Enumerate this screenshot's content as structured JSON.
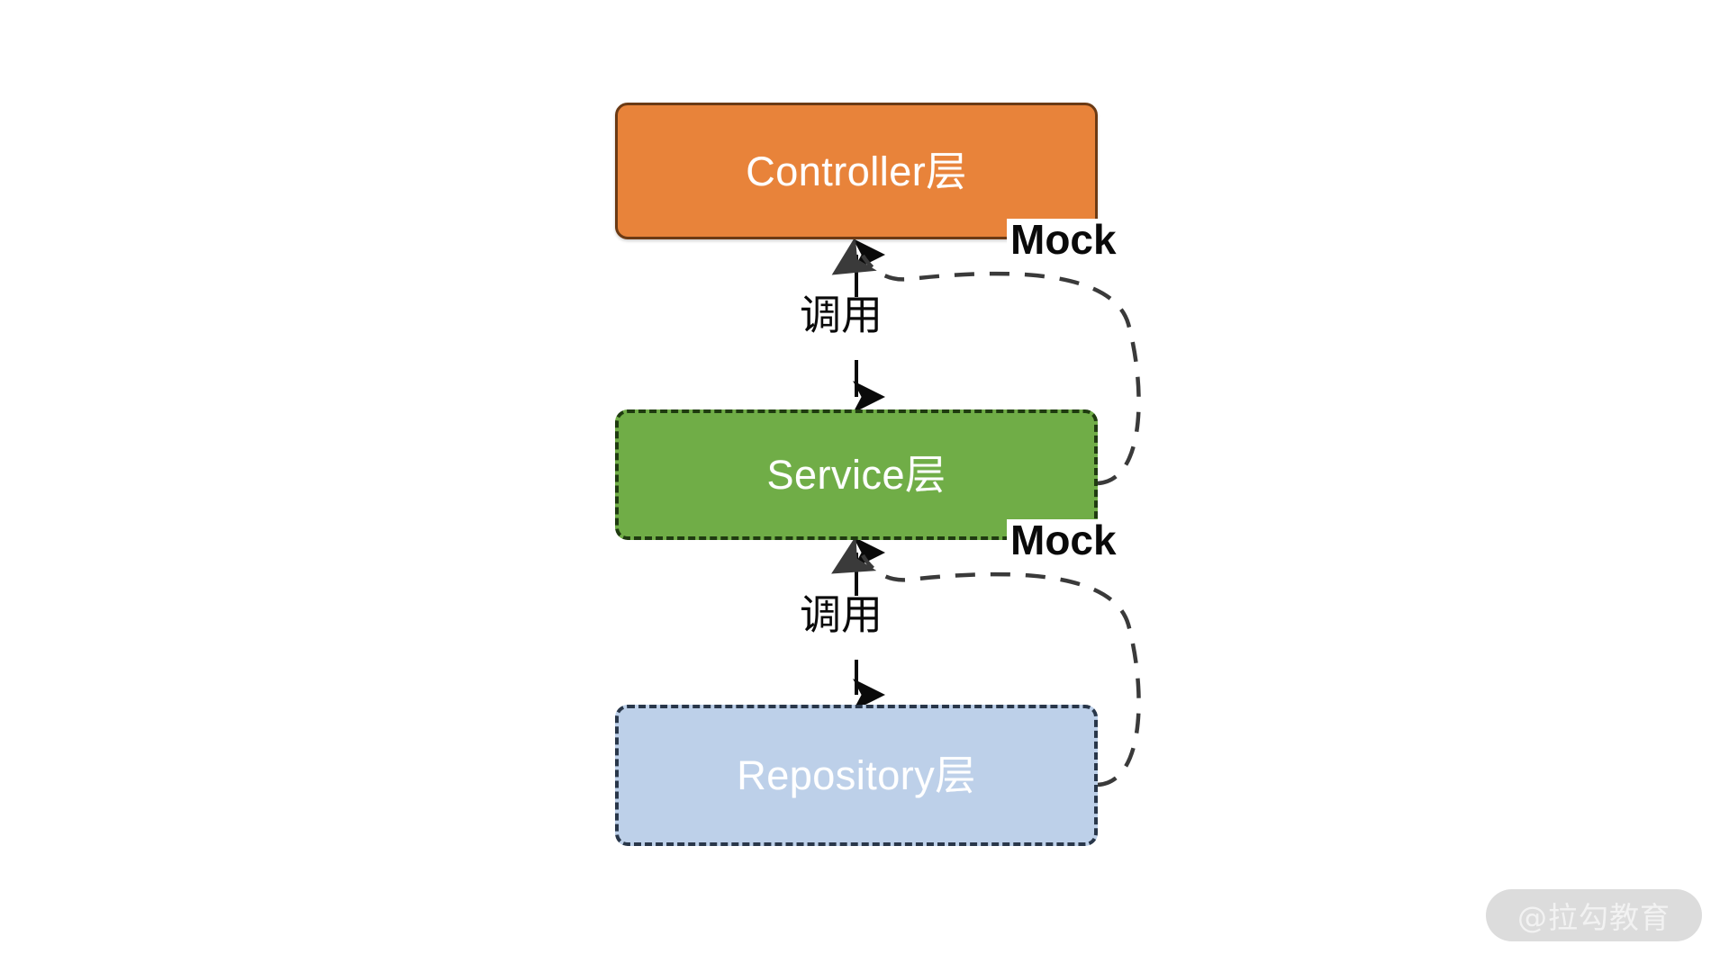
{
  "diagram": {
    "title": "Layered architecture mock diagram",
    "background_color": "#ffffff",
    "boxes": [
      {
        "id": "controller",
        "label": "Controller层",
        "fill": "#E8833A",
        "border_color": "#6B3A14",
        "border_style": "solid",
        "text_color": "#ffffff"
      },
      {
        "id": "service",
        "label": "Service层",
        "fill": "#70AD47",
        "border_color": "#1F3B10",
        "border_style": "dashed",
        "text_color": "#ffffff"
      },
      {
        "id": "repository",
        "label": "Repository层",
        "fill": "#BDD0E9",
        "border_color": "#29374A",
        "border_style": "dashed",
        "text_color": "#ffffff"
      }
    ],
    "edges": [
      {
        "id": "call-controller-service",
        "label": "调用",
        "style": "solid",
        "arrow": "double",
        "from": "controller",
        "to": "service"
      },
      {
        "id": "mock-service",
        "label": "Mock",
        "style": "dashed",
        "arrow": "single",
        "from": "service",
        "to": "controller"
      },
      {
        "id": "call-service-repository",
        "label": "调用",
        "style": "solid",
        "arrow": "double",
        "from": "service",
        "to": "repository"
      },
      {
        "id": "mock-repository",
        "label": "Mock",
        "style": "dashed",
        "arrow": "single",
        "from": "repository",
        "to": "service"
      }
    ]
  },
  "watermark": {
    "text": "@拉勾教育",
    "pill_color": "#dcdcdc",
    "text_color": "#f2f2f2"
  }
}
